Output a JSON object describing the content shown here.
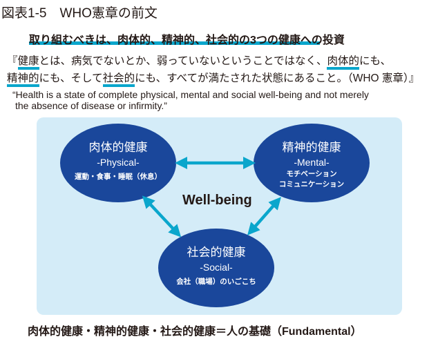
{
  "figure_title": "図表1-5　WHO憲章の前文",
  "headline": "取り組むべきは、肉体的、精神的、社会的の3つの健康への投資",
  "quote_jp": {
    "l1_a": "『",
    "l1_u1": "健康",
    "l1_b": "とは、病気でないとか、弱っていないということではなく、",
    "l1_u2": "肉体的",
    "l1_c": "にも、",
    "l2_u1": "精神的",
    "l2_a": "にも、そして",
    "l2_u2": "社会的",
    "l2_b": "にも、すべてが満たされた状態にあること。（WHO 憲章）』"
  },
  "quote_en": {
    "line1": "“Health is a state of complete physical, mental and social well-being and not merely",
    "line2": "the absence of disease or infirmity.”"
  },
  "center_label": "Well-being",
  "nodes": {
    "physical": {
      "title": "肉体的健康",
      "sub": "-Physical-",
      "desc": "運動・食事・睡眠（休息）"
    },
    "mental": {
      "title": "精神的健康",
      "sub": "-Mental-",
      "desc1": "モチベーション",
      "desc2": "コミュニケーション"
    },
    "social": {
      "title": "社会的健康",
      "sub": "-Social-",
      "desc": "会社（職場）のいごこち"
    }
  },
  "footer": "肉体的健康・精神的健康・社会的健康＝人の基礎（Fundamental）",
  "colors": {
    "accent": "#0aa6cc",
    "node": "#1a479b",
    "panel": "#d4ecf8"
  }
}
